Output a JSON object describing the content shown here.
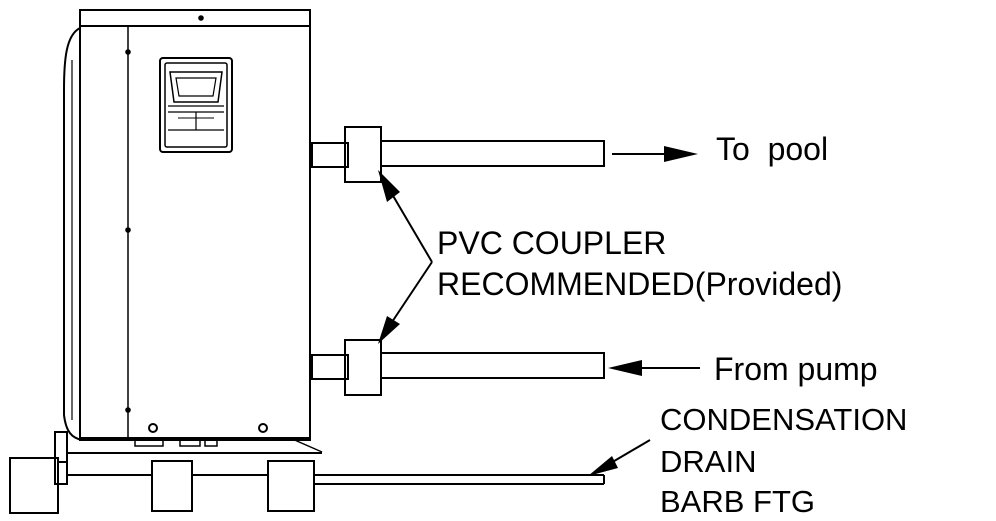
{
  "labels": {
    "to_pool": "To  pool",
    "coupler_line1": "PVC COUPLER",
    "coupler_line2": "RECOMMENDED(Provided)",
    "from_pump": "From pump",
    "drain_line1": "CONDENSATION",
    "drain_line2": "DRAIN",
    "drain_line3": "BARB FTG"
  },
  "colors": {
    "line": "#000000",
    "background": "#ffffff"
  }
}
